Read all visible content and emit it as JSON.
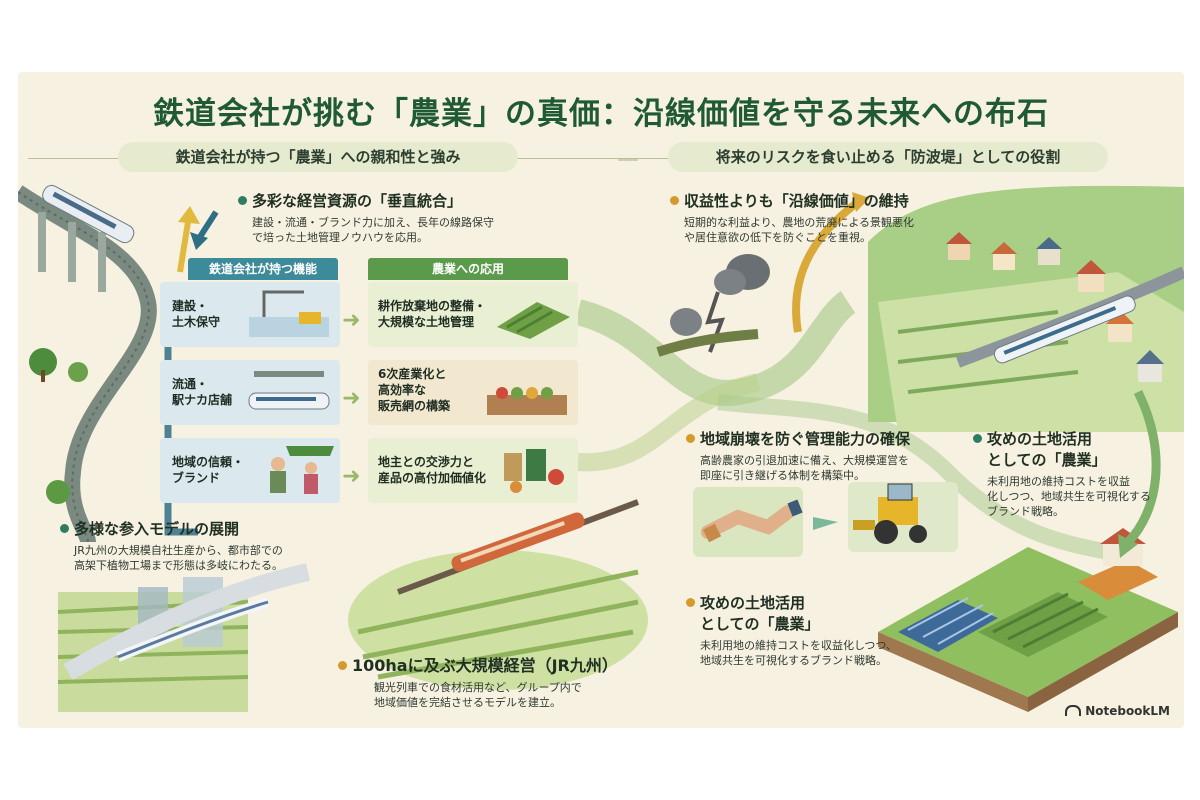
{
  "title": "鉄道会社が挑む「農業」の真価：沿線価値を守る未来への布石",
  "left_section": {
    "header": "鉄道会社が持つ「農業」への親和性と強み",
    "vertical_integration": {
      "heading": "多彩な経営資源の「垂直統合」",
      "body_line1": "建設・流通・ブランド力に加え、長年の線路保守",
      "body_line2": "で培った土地管理ノウハウを応用。"
    },
    "table": {
      "col_left": "鉄道会社が持つ機能",
      "col_right": "農業への応用",
      "rows": [
        {
          "func_line1": "建設・",
          "func_line2": "土木保守",
          "app_line1": "耕作放棄地の整備・",
          "app_line2": "大規模な土地管理",
          "app_line3": ""
        },
        {
          "func_line1": "流通・",
          "func_line2": "駅ナカ店舗",
          "app_line1": "6次産業化と",
          "app_line2": "高効率な",
          "app_line3": "販売網の構築"
        },
        {
          "func_line1": "地域の信頼・",
          "func_line2": "ブランド",
          "app_line1": "地主との交渉力と",
          "app_line2": "産品の高付加価値化",
          "app_line3": ""
        }
      ]
    },
    "models": {
      "heading": "多様な参入モデルの展開",
      "body_line1": "JR九州の大規模自社生産から、都市部での",
      "body_line2": "高架下植物工場まで形態は多岐にわたる。"
    },
    "large_scale": {
      "heading": "100haに及ぶ大規模経営（JR九州）",
      "body_line1": "観光列車での食材活用など、グループ内で",
      "body_line2": "地域価値を完結させるモデルを建立。"
    }
  },
  "right_section": {
    "header": "将来のリスクを食い止める「防波堤」としての役割",
    "line_value": {
      "heading": "収益性よりも「沿線価値」の維持",
      "body_line1": "短期的な利益より、農地の荒廃による景観悪化",
      "body_line2": "や居住意欲の低下を防ぐことを重視。"
    },
    "management": {
      "heading": "地域崩壊を防ぐ管理能力の確保",
      "body_line1": "高齢農家の引退加速に備え、大規模運営を",
      "body_line2": "即座に引き継げる体制を構築中。"
    },
    "offense_a": {
      "heading_line1": "攻めの土地活用",
      "heading_line2": "としての「農業」",
      "body_line1": "未利用地の維持コストを収益",
      "body_line2": "化しつつ、地域共生を可視化する",
      "body_line3": "ブランド戦略。"
    },
    "offense_b": {
      "heading_line1": "攻めの土地活用",
      "heading_line2": "としての「農業」",
      "body_line1": "未利用地の維持コストを収益化しつつ、",
      "body_line2": "地域共生を可視化するブランド戦略。"
    }
  },
  "branding": {
    "label": "NotebookLM",
    "icon": "notebooklm-logo-icon"
  },
  "colors": {
    "title_green": "#1f5a34",
    "teal": "#2f7d61",
    "gold": "#d49a2a",
    "background": "#f6f1e1"
  }
}
